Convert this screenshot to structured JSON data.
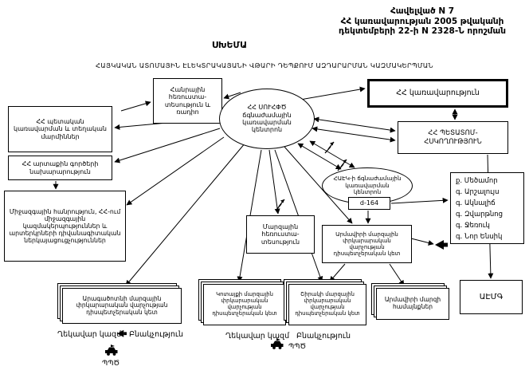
{
  "colors": {
    "ink": "#000000",
    "paper": "#ffffff"
  },
  "header": {
    "line1": "Հավելված N 7",
    "line2": "ՀՀ կառավարության 2005 թվականի",
    "line3": "դեկտեմբերի 22-ի N 2328-Ն որոշման"
  },
  "title": {
    "scheme": "ՍԽԵՄԱ",
    "subtitle": "ՀԱՅԿԱԿԱՆ ԱՏՈՄԱՅԻՆ ԷԼԵԿՏՐԱԿԱՅԱՆԻ ՎԹԱՐԻ ԴԵՊՔՈՒՄ ԱԶԴԱՐԱՐՄԱՆ ԿԱԶՄԱԿԵՐՊՄԱՆ"
  },
  "nodes": {
    "public_tv": "Հանրային հեռուստա-տեսություն և ռադիո",
    "government": "ՀՀ կառավարություն",
    "center": "ՀՀ ՍՈՒՀՓԾ ճգնաժամային կառավարման կենտրոն",
    "petatom": "ՀՀ ՊԵՏԱՏՈՄ-ՀՍԿՈՂՈՒԹՅՈՒՆ",
    "state_bodies": "ՀՀ պետական կառավարման և տեղական մարմիններ",
    "mfa": "ՀՀ արտաքին գործերի նախարարություն",
    "intl": "Միջազգային հանրություն, ՀՀ-ում միջազգային կազմակերպություններ և արտերկրների դիվանագիտական ներկայացուցչություններ",
    "haek": "ՀԱԷԿ-ի ճգնաժամային կառավարման կենտրոն",
    "d164": "d-164",
    "villages": [
      "ք. Մեծամոր",
      "գ. Արշալույս",
      "գ. Ակնալիճ",
      "գ. Զվարթնոց",
      "գ. Ջեռուկ",
      "գ. Նոր Ենսիկ"
    ],
    "regional_tv": "Մարզային հեռուստա-տեսություն",
    "armavir_disp": "Արմավիրի մարզային փրկարարական վարչության դիսպետչերական կետ",
    "aragatsotn": "Արագածոտնի մարզային փրկարարական վարչության դիսպետչերական կետ",
    "kotayk": "Կոտայքի մարզային փրկարարական վարչության դիսպետչերական կետ",
    "shirak": "Շիրակի մարզային փրկարարական վարչության դիսպետչերական կետ",
    "armavir_communities": "Արմավիրի մարզի համայնքներ",
    "aemg": "ԱԷՄԳ"
  },
  "labels": {
    "leadership": "Ղեկավար կազմ",
    "population": "Բնակչություն",
    "pps": "ՊՊԾ"
  },
  "icons": {
    "loudspeaker": "megaphone",
    "patrol_car": "vehicle-with-loudspeaker",
    "radio_link": "lightning-zigzag"
  }
}
